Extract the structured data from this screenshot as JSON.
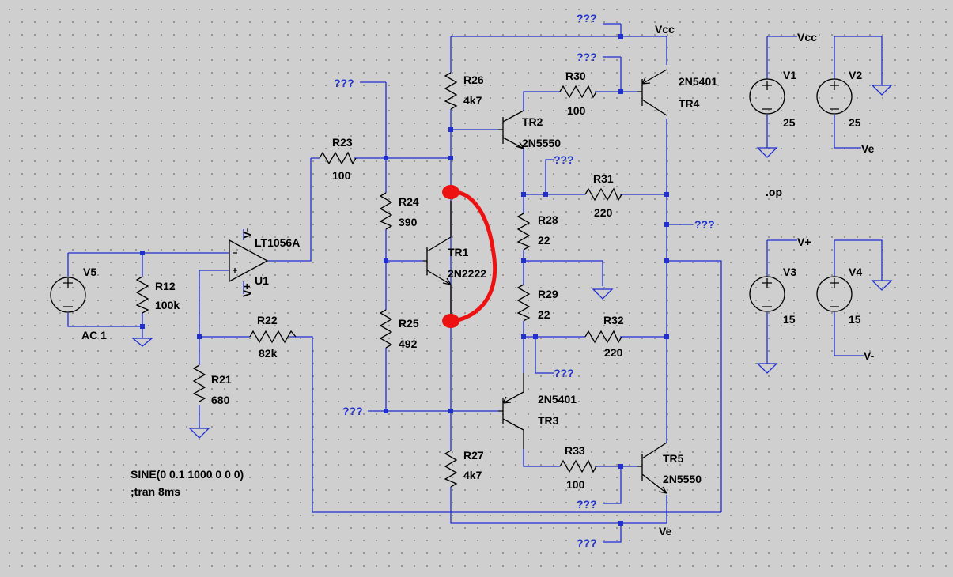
{
  "nets": {
    "unnamed": "???",
    "vcc": "Vcc",
    "ve": "Ve",
    "vplus": "V+",
    "vminus": "V-"
  },
  "components": {
    "v1": {
      "name": "V1",
      "value": "25"
    },
    "v2": {
      "name": "V2",
      "value": "25"
    },
    "v3": {
      "name": "V3",
      "value": "15"
    },
    "v4": {
      "name": "V4",
      "value": "15"
    },
    "v5": {
      "name": "V5",
      "value": "AC 1"
    },
    "r12": {
      "name": "R12",
      "value": "100k"
    },
    "r21": {
      "name": "R21",
      "value": "680"
    },
    "r22": {
      "name": "R22",
      "value": "82k"
    },
    "r23": {
      "name": "R23",
      "value": "100"
    },
    "r24": {
      "name": "R24",
      "value": "390"
    },
    "r25": {
      "name": "R25",
      "value": "492"
    },
    "r26": {
      "name": "R26",
      "value": "4k7"
    },
    "r27": {
      "name": "R27",
      "value": "4k7"
    },
    "r28": {
      "name": "R28",
      "value": "22"
    },
    "r29": {
      "name": "R29",
      "value": "22"
    },
    "r30": {
      "name": "R30",
      "value": "100"
    },
    "r31": {
      "name": "R31",
      "value": "220"
    },
    "r32": {
      "name": "R32",
      "value": "220"
    },
    "r33": {
      "name": "R33",
      "value": "100"
    },
    "tr1": {
      "name": "TR1",
      "model": "2N2222"
    },
    "tr2": {
      "name": "TR2",
      "model": "2N5550"
    },
    "tr3": {
      "name": "TR3",
      "model": "2N5401"
    },
    "tr4": {
      "name": "TR4",
      "model": "2N5401"
    },
    "tr5": {
      "name": "TR5",
      "model": "2N5550"
    },
    "u1": {
      "name": "U1",
      "model": "LT1056A",
      "pin_vminus": "V-",
      "pin_vplus": "V+"
    }
  },
  "directives": {
    "source": "SINE(0 0.1 1000 0 0 0)",
    "tran": ";tran 8ms",
    "op": ".op"
  },
  "colors": {
    "wire": "#1f2fd0",
    "component": "#000000",
    "annotation": "#ee1111",
    "background": "#cfcfcf"
  }
}
